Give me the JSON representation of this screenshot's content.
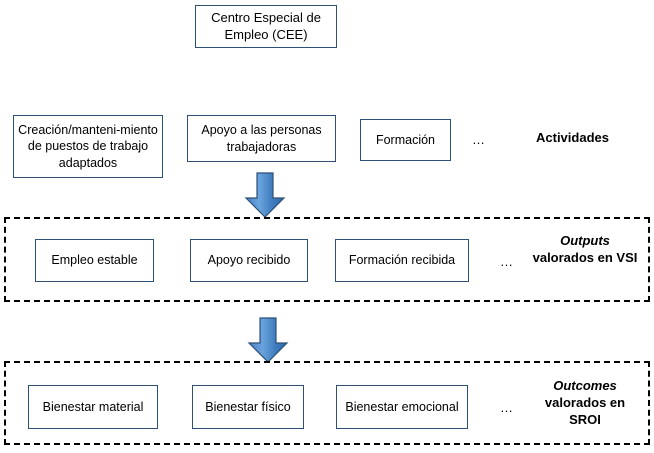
{
  "diagram": {
    "title_box": {
      "label": "Centro Especial de Empleo (CEE)"
    },
    "rows": {
      "activities": {
        "stage_label_emphasis": "",
        "stage_label": "Actividades",
        "ellipsis": "…",
        "boxes": [
          {
            "label": "Creación/manteni-miento de puestos de trabajo adaptados"
          },
          {
            "label": "Apoyo a las personas trabajadoras"
          },
          {
            "label": "Formación"
          }
        ]
      },
      "outputs": {
        "stage_label_emphasis": "Outputs",
        "stage_label": "valorados en VSI",
        "ellipsis": "…",
        "boxes": [
          {
            "label": "Empleo estable"
          },
          {
            "label": "Apoyo recibido"
          },
          {
            "label": "Formación recibida"
          }
        ]
      },
      "outcomes": {
        "stage_label_emphasis": "Outcomes",
        "stage_label": "valorados en SROI",
        "ellipsis": "…",
        "boxes": [
          {
            "label": "Bienestar material"
          },
          {
            "label": "Bienestar físico"
          },
          {
            "label": "Bienestar emocional"
          }
        ]
      }
    },
    "arrows": [
      {
        "name": "arrow-activities-to-outputs",
        "direction": "down"
      },
      {
        "name": "arrow-outputs-to-outcomes",
        "direction": "down"
      }
    ],
    "colors": {
      "box_border": "#2e5077",
      "group_border": "#000000",
      "arrow_fill_light": "#5b9bd5",
      "arrow_fill_dark": "#2e70b8",
      "arrow_stroke": "#2e5077",
      "background": "#ffffff",
      "text": "#000000"
    }
  }
}
